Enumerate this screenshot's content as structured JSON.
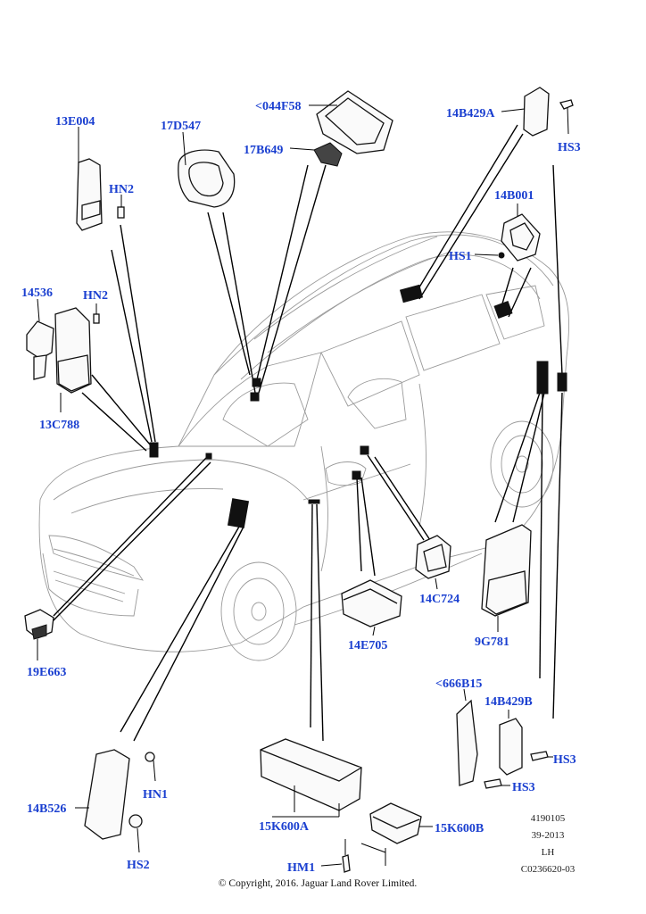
{
  "labels": {
    "p_044F58": "<044F58",
    "p_13E004": "13E004",
    "p_17D547": "17D547",
    "p_17B649": "17B649",
    "p_14B429A": "14B429A",
    "p_HS3_top": "HS3",
    "p_14B001": "14B001",
    "p_HN2_top": "HN2",
    "p_14536": "14536",
    "p_HN2_mid": "HN2",
    "p_HS1": "HS1",
    "p_13C788": "13C788",
    "p_14C724": "14C724",
    "p_14E705": "14E705",
    "p_9G781": "9G781",
    "p_19E663": "19E663",
    "p_666B15": "<666B15",
    "p_14B429B": "14B429B",
    "p_HS3_mid": "HS3",
    "p_HS3_low": "HS3",
    "p_HN1": "HN1",
    "p_14B526": "14B526",
    "p_HS2": "HS2",
    "p_15K600A": "15K600A",
    "p_15K600B": "15K600B",
    "p_HM1": "HM1"
  },
  "meta": {
    "ref1": "4190105",
    "ref2": "39-2013",
    "ref3": "LH",
    "ref4": "C0236620-03"
  },
  "copyright": "© Copyright, 2016. Jaguar Land Rover Limited."
}
